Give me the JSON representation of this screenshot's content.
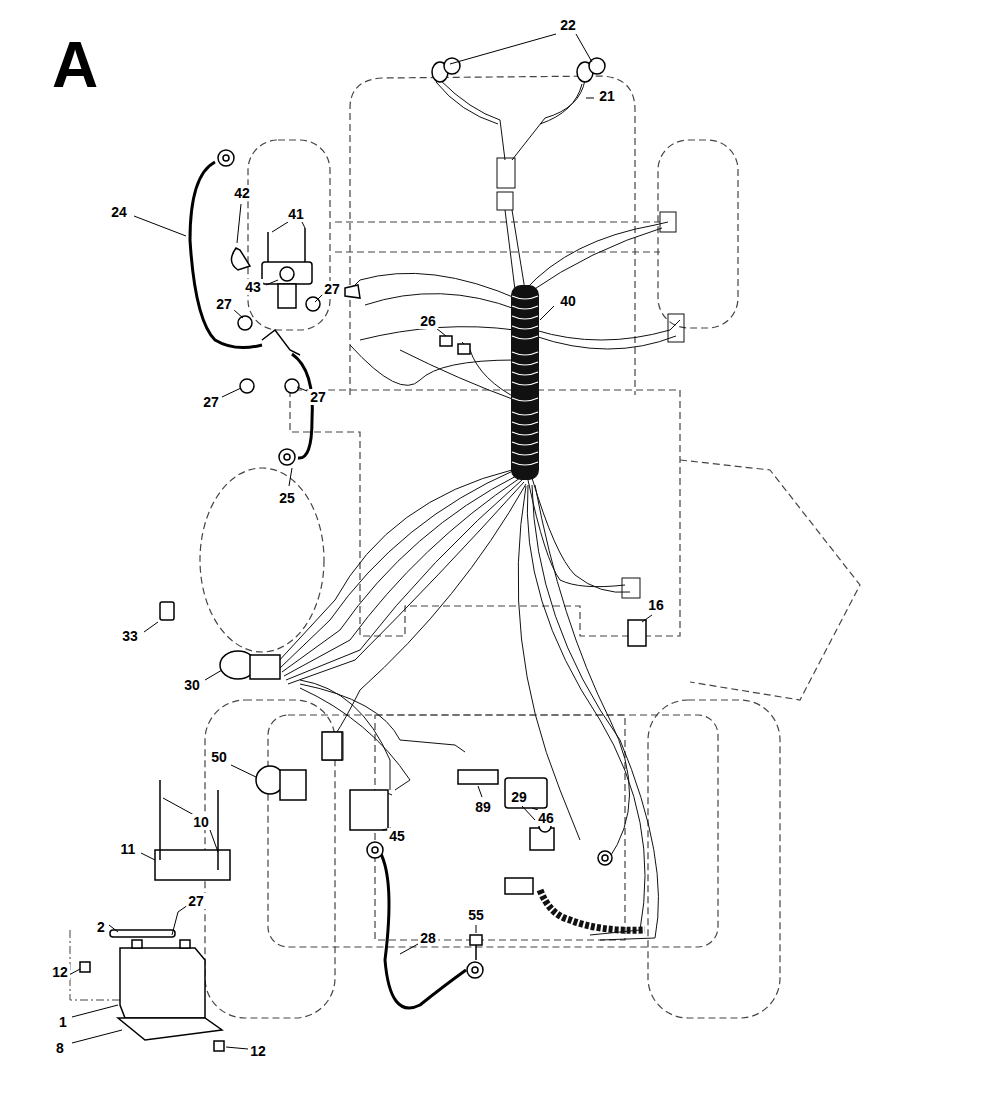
{
  "diagram": {
    "labels": [
      "A",
      "22",
      "21",
      "24",
      "42",
      "41",
      "43",
      "27",
      "27",
      "40",
      "26",
      "27",
      "27",
      "25",
      "16",
      "33",
      "30",
      "50",
      "10",
      "11",
      "45",
      "89",
      "46",
      "29",
      "27",
      "55",
      "2",
      "28",
      "12",
      "1",
      "8",
      "12"
    ]
  }
}
